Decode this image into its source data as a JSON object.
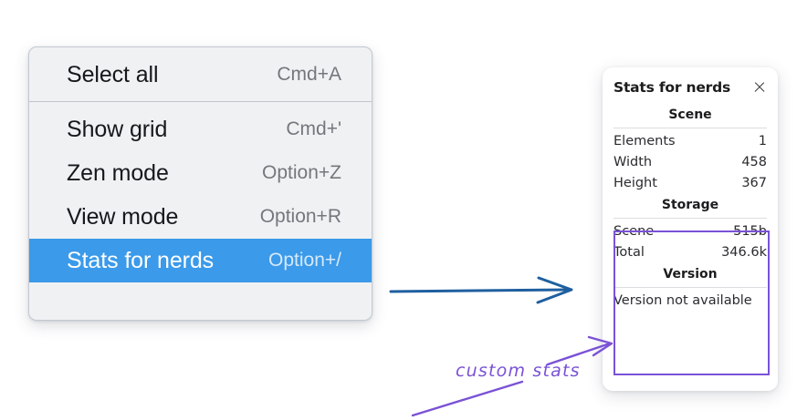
{
  "context_menu": {
    "groups": [
      {
        "items": [
          {
            "label": "Select all",
            "shortcut": "Cmd+A",
            "selected": false
          }
        ]
      },
      {
        "items": [
          {
            "label": "Show grid",
            "shortcut": "Cmd+'",
            "selected": false
          },
          {
            "label": "Zen mode",
            "shortcut": "Option+Z",
            "selected": false
          },
          {
            "label": "View mode",
            "shortcut": "Option+R",
            "selected": false
          },
          {
            "label": "Stats for nerds",
            "shortcut": "Option+/",
            "selected": true
          }
        ]
      }
    ]
  },
  "stats_panel": {
    "title": "Stats for nerds",
    "close_icon": "close-icon",
    "sections": [
      {
        "heading": "Scene",
        "rows": [
          {
            "key": "Elements",
            "value": "1"
          },
          {
            "key": "Width",
            "value": "458"
          },
          {
            "key": "Height",
            "value": "367"
          }
        ]
      },
      {
        "heading": "Storage",
        "rows": [
          {
            "key": "Scene",
            "value": "515b"
          },
          {
            "key": "Total",
            "value": "346.6k"
          }
        ]
      },
      {
        "heading": "Version",
        "note": "Version not available"
      }
    ]
  },
  "annotations": {
    "custom_stats_label": "custom stats",
    "arrow_blue_color": "#1f5fa0",
    "arrow_purple_color": "#7a52d6",
    "highlight_box_color": "#7a52d6"
  }
}
